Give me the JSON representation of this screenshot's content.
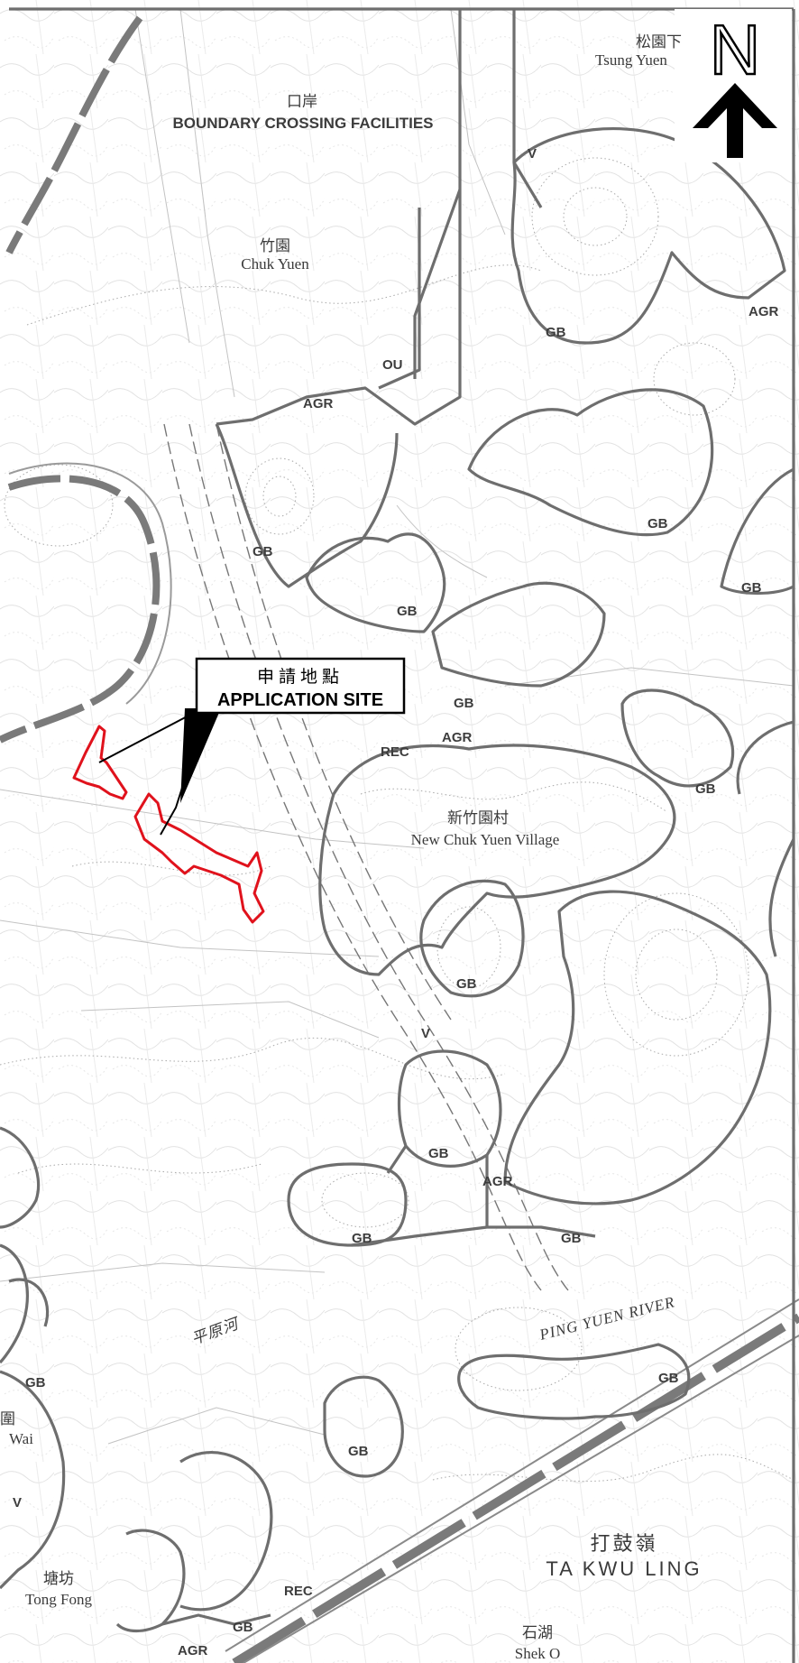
{
  "north_arrow": {
    "letter": "N"
  },
  "callout": {
    "title_zh": "申請地點",
    "title_en": "APPLICATION SITE"
  },
  "places": {
    "boundary_zh": "口岸",
    "boundary_en": "BOUNDARY CROSSING FACILITIES",
    "chuk_yuen_zh": "竹園",
    "chuk_yuen_en": "Chuk Yuen",
    "tsung_yuen_zh": "松園下",
    "tsung_yuen_en": "Tsung Yuen",
    "new_chuk_yuen_zh": "新竹園村",
    "new_chuk_yuen_en": "New Chuk Yuen Village",
    "ta_kwu_ling_zh": "打鼓嶺",
    "ta_kwu_ling_en": "TA KWU LING",
    "shek_o_zh": "石湖",
    "shek_o_en": "Shek O",
    "tong_fong_zh": "塘坊",
    "tong_fong_en": "Tong Fong",
    "wai_en": "Wai",
    "wai_zh": "圍",
    "river_en": "PING YUEN RIVER",
    "river_zh": "平原河"
  },
  "zones": {
    "v": "V",
    "agr": "AGR",
    "gb": "GB",
    "ou": "OU",
    "rec": "REC"
  }
}
